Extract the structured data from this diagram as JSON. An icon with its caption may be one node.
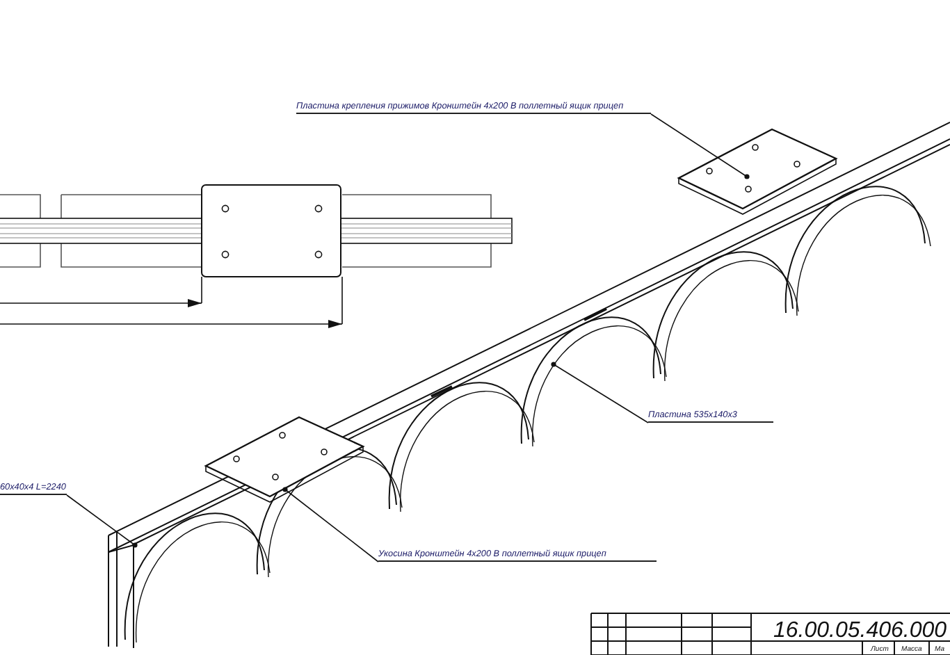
{
  "diagram": {
    "nodes": [
      {
        "text": [
          "Пластина крепления прижимов Кронштейн 4x200 В поллетный ящик прицеп"
        ]
      },
      {
        "text": [
          "Пластина 535х140х3"
        ]
      },
      {
        "text": [
          "60х40х4 L=2240"
        ]
      },
      {
        "text": [
          "Укосина Кронштейн 4x200 В поллетный ящик прицеп"
        ]
      }
    ],
    "edges": [
      {
        "from": 0,
        "to": null,
        "arrow": "other"
      },
      {
        "from": 1,
        "to": null,
        "arrow": "other"
      },
      {
        "from": 2,
        "to": null,
        "arrow": "other"
      },
      {
        "from": 3,
        "to": null,
        "arrow": "other"
      }
    ],
    "labels": [
      "16.00.05.406.000",
      "Лист",
      "Масса",
      "Ма"
    ]
  }
}
